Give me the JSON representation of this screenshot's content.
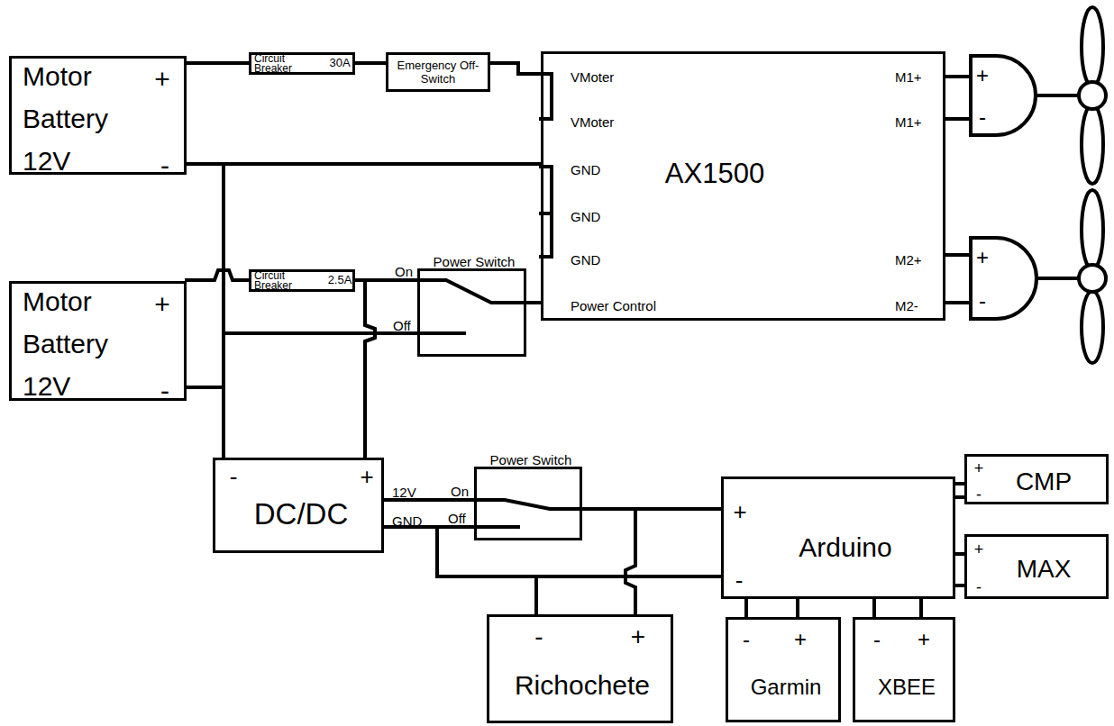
{
  "diagram": {
    "nodes": [
      {
        "text": [
          "Motor Battery 12V",
          "+",
          "-"
        ]
      },
      {
        "text": [
          "Circuit Breaker",
          "30A"
        ]
      },
      {
        "text": [
          "Emergency Off-Switch"
        ]
      },
      {
        "text": [
          "AX1500",
          "VMoter",
          "VMoter",
          "GND",
          "GND",
          "GND",
          "Power Control",
          "M1+",
          "M1+",
          "M2+",
          "M2-"
        ]
      },
      {
        "text": [
          "Motor Battery 12V",
          "+",
          "-"
        ]
      },
      {
        "text": [
          "Circuit Breaker",
          "2.5A"
        ]
      },
      {
        "text": [
          "Power Switch",
          "On",
          "Off"
        ]
      },
      {
        "text": [
          "DC/DC",
          "-",
          "+",
          "12V",
          "GND"
        ]
      },
      {
        "text": [
          "Power Switch",
          "On",
          "Off"
        ]
      },
      {
        "text": [
          "Arduino",
          "+",
          "-"
        ]
      },
      {
        "text": [
          "CMP",
          "+",
          "-"
        ]
      },
      {
        "text": [
          "MAX",
          "+",
          "-"
        ]
      },
      {
        "text": [
          "Richochete",
          "-",
          "+"
        ]
      },
      {
        "text": [
          "Garmin",
          "-",
          "+"
        ]
      },
      {
        "text": [
          "XBEE",
          "-",
          "+"
        ]
      },
      {
        "text": [
          "+",
          "-"
        ]
      },
      {
        "text": [
          "+",
          "-"
        ]
      }
    ],
    "edges": [
      {
        "from": 0,
        "to": 1,
        "arrow": "none"
      },
      {
        "from": 1,
        "to": 2,
        "arrow": "none"
      },
      {
        "from": 2,
        "to": 3,
        "arrow": "none"
      },
      {
        "from": 0,
        "to": 3,
        "arrow": "none"
      },
      {
        "from": 0,
        "to": 7,
        "arrow": "none"
      },
      {
        "from": 4,
        "to": 7,
        "arrow": "none"
      },
      {
        "from": 4,
        "to": 5,
        "arrow": "none"
      },
      {
        "from": 5,
        "to": 6,
        "arrow": "none"
      },
      {
        "from": 5,
        "to": 7,
        "arrow": "none"
      },
      {
        "from": 6,
        "to": 3,
        "arrow": "none"
      },
      {
        "from": 4,
        "to": 6,
        "arrow": "none"
      },
      {
        "from": 3,
        "to": 15,
        "arrow": "none"
      },
      {
        "from": 3,
        "to": 16,
        "arrow": "none"
      },
      {
        "from": 7,
        "to": 8,
        "arrow": "none"
      },
      {
        "from": 7,
        "to": 8,
        "arrow": "none"
      },
      {
        "from": 7,
        "to": 9,
        "arrow": "none"
      },
      {
        "from": 7,
        "to": 12,
        "arrow": "none"
      },
      {
        "from": 8,
        "to": 9,
        "arrow": "none"
      },
      {
        "from": 8,
        "to": 12,
        "arrow": "none"
      },
      {
        "from": 9,
        "to": 13,
        "arrow": "none"
      },
      {
        "from": 9,
        "to": 14,
        "arrow": "none"
      },
      {
        "from": 9,
        "to": 10,
        "arrow": "none"
      },
      {
        "from": 9,
        "to": 11,
        "arrow": "none"
      }
    ]
  }
}
